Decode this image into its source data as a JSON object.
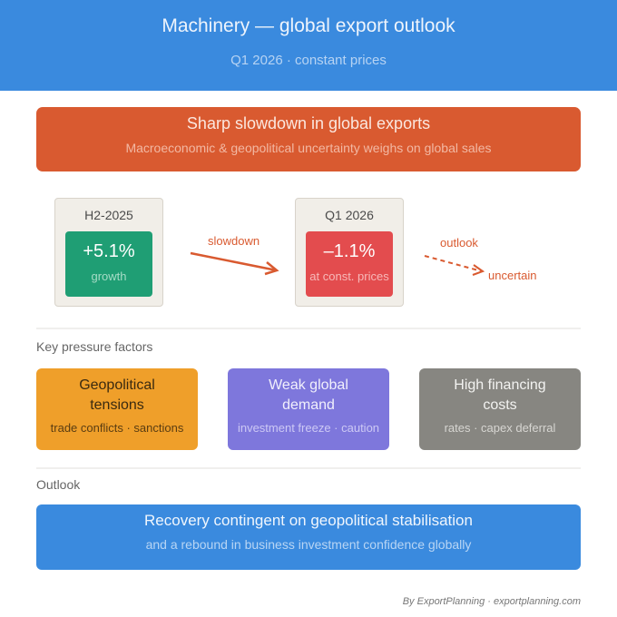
{
  "header": {
    "title": "Machinery — global export outlook",
    "subtitle": "Q1 2026 · constant prices"
  },
  "alert": {
    "title": "Sharp slowdown in global exports",
    "subtitle": "Macroeconomic & geopolitical uncertainty weighs on global sales"
  },
  "periods": [
    {
      "label": "H2-2025",
      "value": "+5.1%",
      "caption": "growth",
      "color": "#1f9e74"
    },
    {
      "label": "Q1 2026",
      "value": "–1.1%",
      "caption": "at const. prices",
      "color": "#e34c4e"
    }
  ],
  "arrows": {
    "slowdown": "slowdown",
    "outlook": "outlook",
    "uncertain": "uncertain",
    "color": "#d95a30"
  },
  "factors_section": {
    "label": "Key pressure factors",
    "items": [
      {
        "title_line1": "Geopolitical",
        "title_line2": "tensions",
        "subtitle": "trade conflicts · sanctions",
        "color": "#ef9f2a"
      },
      {
        "title_line1": "Weak global",
        "title_line2": "demand",
        "subtitle": "investment freeze · caution",
        "color": "#7e77dc"
      },
      {
        "title_line1": "High financing",
        "title_line2": "costs",
        "subtitle": "rates · capex deferral",
        "color": "#878681"
      }
    ]
  },
  "outlook_section": {
    "label": "Outlook",
    "title": "Recovery contingent on geopolitical stabilisation",
    "subtitle": "and a rebound in business investment confidence globally"
  },
  "footer": {
    "credit": "By ExportPlanning · exportplanning.com"
  }
}
